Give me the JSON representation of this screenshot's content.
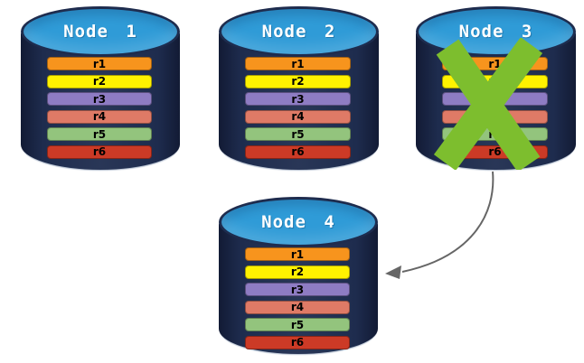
{
  "diagram": {
    "type": "database-replication-failover",
    "background": "#FFFFFF",
    "nodes": [
      {
        "id": "node-1",
        "label": "Node 1",
        "crossed_out": false,
        "rows": [
          {
            "label": "r1",
            "color": "#F7941D"
          },
          {
            "label": "r2",
            "color": "#FFF200"
          },
          {
            "label": "r3",
            "color": "#8E7CC3"
          },
          {
            "label": "r4",
            "color": "#DF7A66"
          },
          {
            "label": "r5",
            "color": "#93C47D"
          },
          {
            "label": "r6",
            "color": "#CC3A26"
          }
        ]
      },
      {
        "id": "node-2",
        "label": "Node 2",
        "crossed_out": false,
        "rows": [
          {
            "label": "r1",
            "color": "#F7941D"
          },
          {
            "label": "r2",
            "color": "#FFF200"
          },
          {
            "label": "r3",
            "color": "#8E7CC3"
          },
          {
            "label": "r4",
            "color": "#DF7A66"
          },
          {
            "label": "r5",
            "color": "#93C47D"
          },
          {
            "label": "r6",
            "color": "#CC3A26"
          }
        ]
      },
      {
        "id": "node-3",
        "label": "Node 3",
        "crossed_out": true,
        "rows": [
          {
            "label": "r1",
            "color": "#F7941D"
          },
          {
            "label": "r2",
            "color": "#FFF200"
          },
          {
            "label": "r3",
            "color": "#8E7CC3"
          },
          {
            "label": "r4",
            "color": "#DF7A66"
          },
          {
            "label": "r5",
            "color": "#93C47D"
          },
          {
            "label": "r6",
            "color": "#CC3A26"
          }
        ]
      },
      {
        "id": "node-4",
        "label": "Node 4",
        "crossed_out": false,
        "rows": [
          {
            "label": "r1",
            "color": "#F7941D"
          },
          {
            "label": "r2",
            "color": "#FFF200"
          },
          {
            "label": "r3",
            "color": "#8E7CC3"
          },
          {
            "label": "r4",
            "color": "#DF7A66"
          },
          {
            "label": "r5",
            "color": "#93C47D"
          },
          {
            "label": "r6",
            "color": "#CC3A26"
          }
        ]
      }
    ],
    "arrow": {
      "from": "node-3",
      "to": "node-4"
    },
    "colors": {
      "cylinder_body": "#1E2C4E",
      "cylinder_top": "#2F9BD7",
      "node_label_text": "#FFFFFF",
      "row_text": "#000000",
      "x_mark_green": "#7DBE2E",
      "arrow_gray": "#666666"
    }
  }
}
